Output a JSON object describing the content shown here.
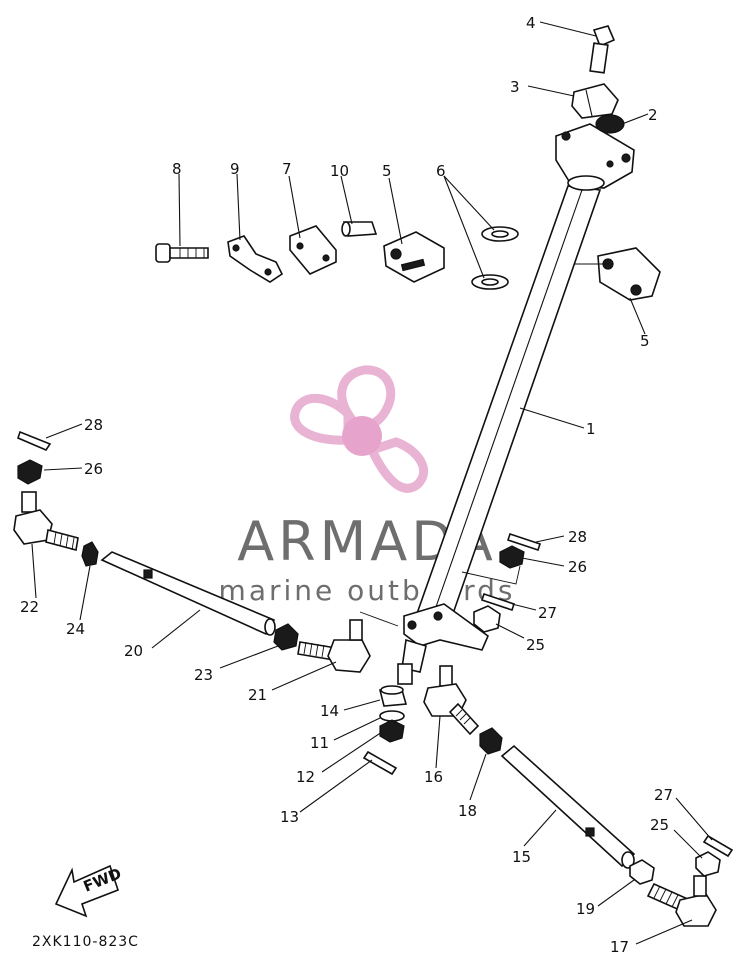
{
  "diagram": {
    "drawing_code": "2XK110-823C",
    "fwd_arrow_label": "FWD",
    "callouts": [
      {
        "id": "c4",
        "label": "4"
      },
      {
        "id": "c3",
        "label": "3"
      },
      {
        "id": "c2",
        "label": "2"
      },
      {
        "id": "c8",
        "label": "8"
      },
      {
        "id": "c9",
        "label": "9"
      },
      {
        "id": "c7",
        "label": "7"
      },
      {
        "id": "c10",
        "label": "10"
      },
      {
        "id": "c5a",
        "label": "5"
      },
      {
        "id": "c6",
        "label": "6"
      },
      {
        "id": "c5b",
        "label": "5"
      },
      {
        "id": "c1",
        "label": "1"
      },
      {
        "id": "c28a",
        "label": "28"
      },
      {
        "id": "c26a",
        "label": "26"
      },
      {
        "id": "c28b",
        "label": "28"
      },
      {
        "id": "c26b",
        "label": "26"
      },
      {
        "id": "c27a",
        "label": "27"
      },
      {
        "id": "c25a",
        "label": "25"
      },
      {
        "id": "c22",
        "label": "22"
      },
      {
        "id": "c24",
        "label": "24"
      },
      {
        "id": "c20",
        "label": "20"
      },
      {
        "id": "c23",
        "label": "23"
      },
      {
        "id": "c21",
        "label": "21"
      },
      {
        "id": "c14",
        "label": "14"
      },
      {
        "id": "c11",
        "label": "11"
      },
      {
        "id": "c12",
        "label": "12"
      },
      {
        "id": "c13",
        "label": "13"
      },
      {
        "id": "c16",
        "label": "16"
      },
      {
        "id": "c18",
        "label": "18"
      },
      {
        "id": "c15",
        "label": "15"
      },
      {
        "id": "c27b",
        "label": "27"
      },
      {
        "id": "c25b",
        "label": "25"
      },
      {
        "id": "c19",
        "label": "19"
      },
      {
        "id": "c17",
        "label": "17"
      }
    ]
  },
  "watermark": {
    "brand": "ARMADA",
    "tagline": "marine outboards",
    "logo_icon": "propeller-icon",
    "colors": {
      "logo": "#e9b3d4",
      "hub": "#e6a3cb",
      "text": "#6e6e6e"
    }
  }
}
